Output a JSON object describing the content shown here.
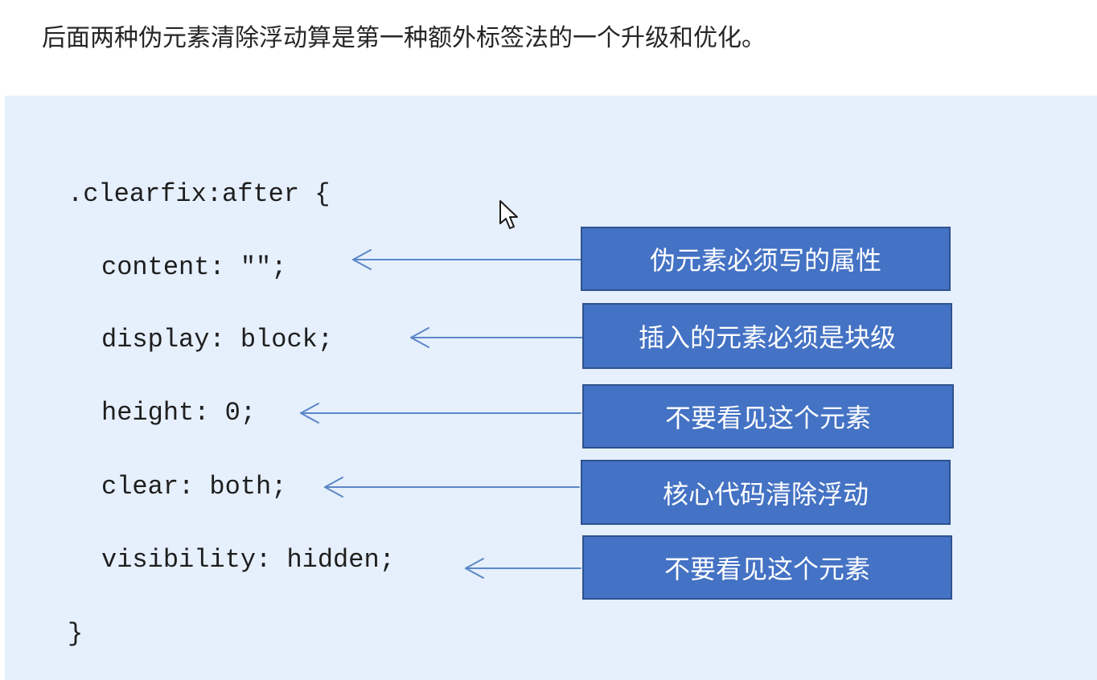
{
  "intro": {
    "text": "后面两种伪元素清除浮动算是第一种额外标签法的一个升级和优化。"
  },
  "code": {
    "selector": ".clearfix:after {",
    "content": "content: \"\";",
    "display": "display: block;",
    "height": "height: 0;",
    "clear": "clear: both;",
    "visibility": "visibility: hidden;",
    "close": "}"
  },
  "notes": {
    "content": "伪元素必须写的属性",
    "display": "插入的元素必须是块级",
    "height": "不要看见这个元素",
    "clear": "核心代码清除浮动",
    "visibility": "不要看见这个元素"
  },
  "colors": {
    "panel_bg": "#e6effc",
    "note_bg": "#4472c4",
    "note_border": "#2f528f",
    "arrow": "#5b87c7"
  },
  "icons": {
    "cursor": "mouse-pointer-icon",
    "arrow": "arrow-left-icon"
  }
}
